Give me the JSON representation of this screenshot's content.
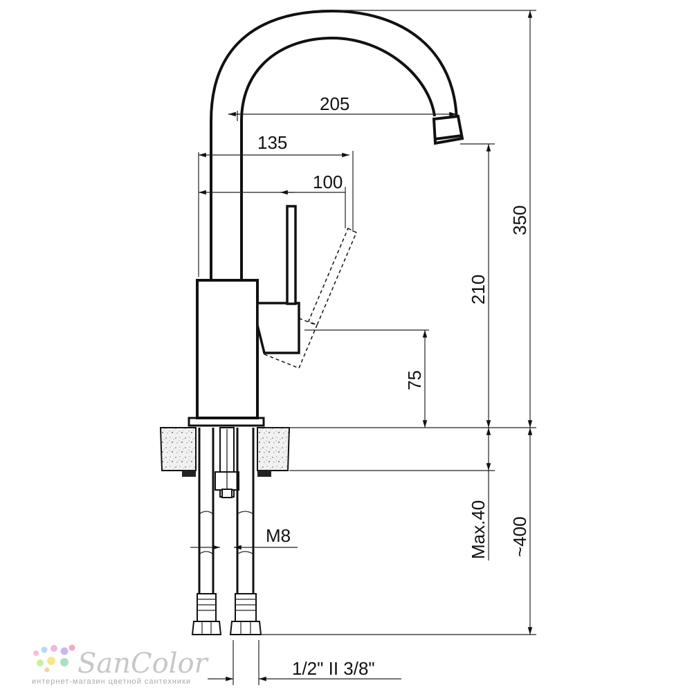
{
  "dimensions": {
    "d205": "205",
    "d135": "135",
    "d100": "100",
    "d350": "350",
    "d210": "210",
    "d75": "75",
    "max40": "Max.40",
    "approx400": "~400",
    "m8": "M8",
    "connection": "1/2\" II 3/8\""
  },
  "logo": {
    "name": "SanColor",
    "tagline": "интернет-магазин цветной сантехники"
  }
}
